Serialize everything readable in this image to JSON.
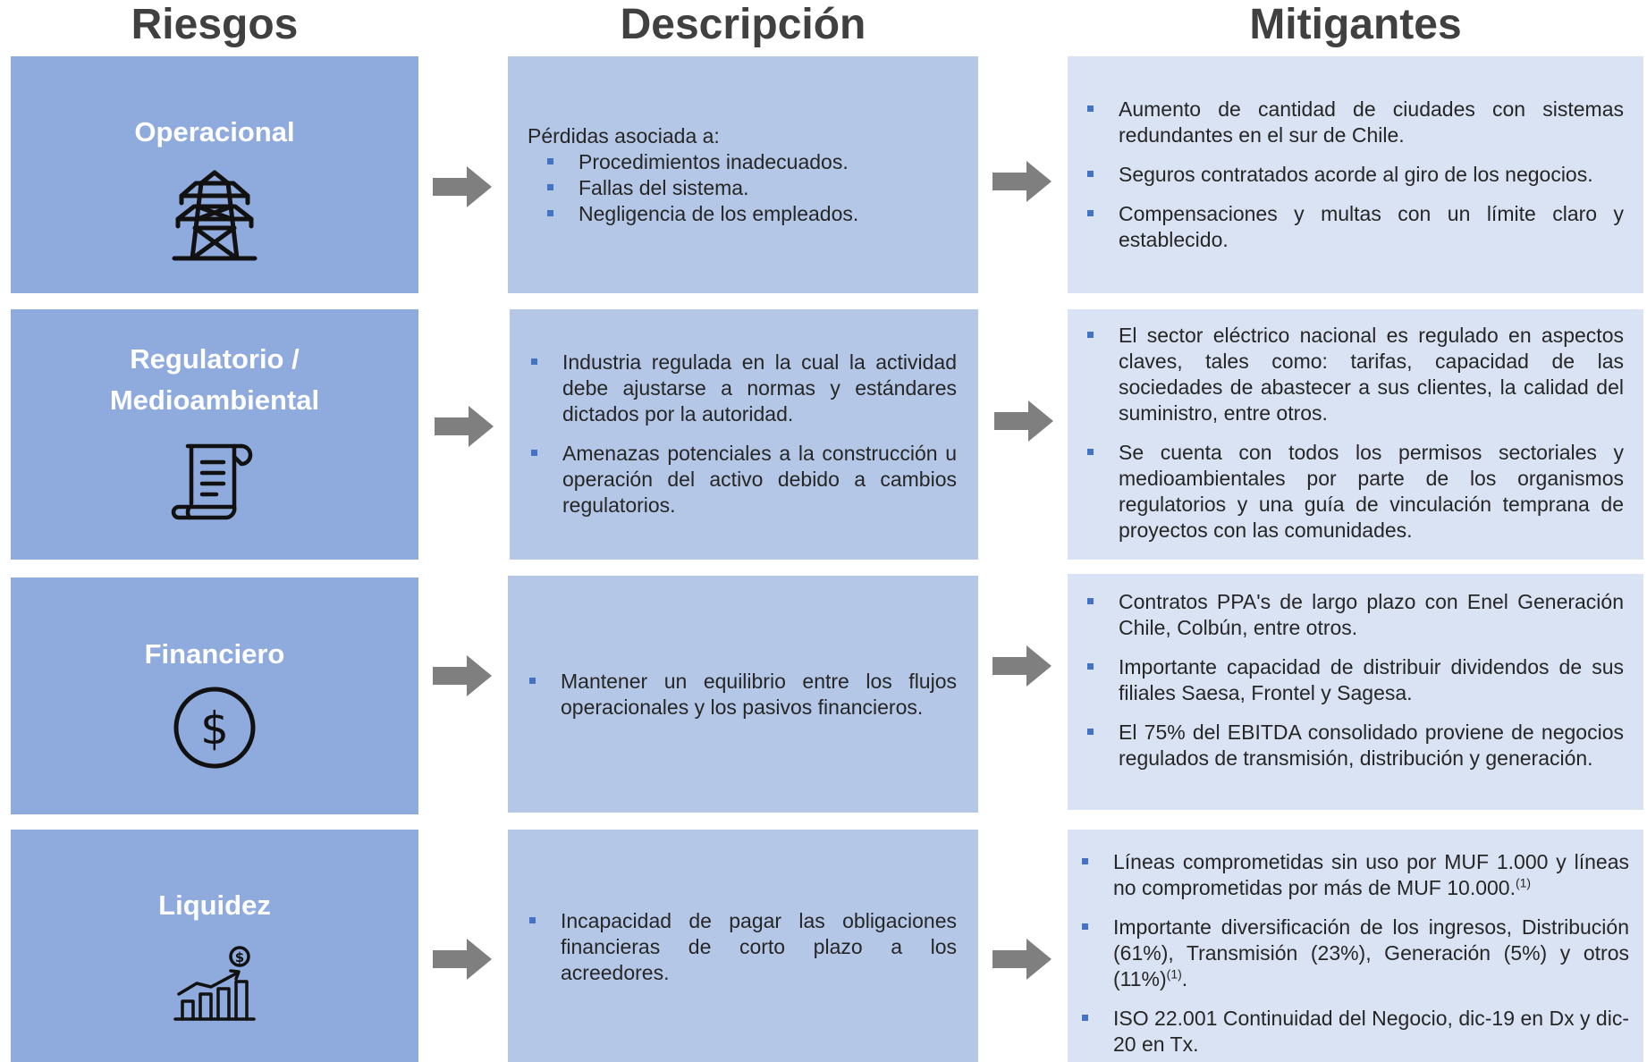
{
  "headers": {
    "risks": "Riesgos",
    "description": "Descripción",
    "mitigants": "Mitigantes"
  },
  "rows": [
    {
      "risk": "Operacional",
      "icon": "transmission-tower-icon",
      "description_intro": "Pérdidas asociada a:",
      "description_items": [
        "Procedimientos inadecuados.",
        "Fallas del sistema.",
        "Negligencia de los empleados."
      ],
      "mitigants": [
        "Aumento de cantidad de ciudades con sistemas redundantes en el sur de Chile.",
        "Seguros contratados acorde al giro de los negocios.",
        "Compensaciones y multas con un límite claro y establecido."
      ]
    },
    {
      "risk_line1": "Regulatorio /",
      "risk_line2": "Medioambiental",
      "icon": "scroll-document-icon",
      "description_items": [
        "Industria regulada en la cual la actividad debe ajustarse a normas y estándares dictados por la autoridad.",
        "Amenazas potenciales a la construcción u operación del activo debido a cambios regulatorios."
      ],
      "mitigants": [
        "El sector eléctrico nacional es regulado en aspectos claves, tales como: tarifas, capacidad de las sociedades de abastecer a sus clientes, la calidad del suministro, entre otros.",
        "Se cuenta con todos los permisos sectoriales y medioambientales por parte de los organismos regulatorios y una guía de vinculación temprana de proyectos con las comunidades."
      ]
    },
    {
      "risk": "Financiero",
      "icon": "dollar-coin-icon",
      "description_items": [
        "Mantener un equilibrio entre los flujos operacionales y los pasivos financieros."
      ],
      "mitigants": [
        "Contratos PPA's de largo plazo con Enel Generación Chile, Colbún, entre otros.",
        "Importante capacidad de distribuir dividendos de sus filiales Saesa, Frontel y Sagesa.",
        "El 75% del EBITDA consolidado proviene de negocios regulados  de transmisión, distribución y generación."
      ]
    },
    {
      "risk": "Liquidez",
      "icon": "growth-chart-icon",
      "description_items": [
        "Incapacidad de pagar las obligaciones financieras de corto plazo a los acreedores."
      ],
      "mitigants": [
        "Líneas comprometidas sin uso por MUF 1.000   y líneas no comprometidas por más de  MUF 10.000.",
        "Importante diversificación de los ingresos, Distribución (61%), Transmisión (23%), Generación (5%) y otros (11%)",
        "ISO 22.001 Continuidad del Negocio, dic-19 en Dx y dic-20 en Tx."
      ],
      "footnote_mark": "(1)",
      "period": "."
    }
  ],
  "colors": {
    "risk_box": "#8faadc",
    "description_box": "#b4c7e7",
    "mitigant_box": "#dae3f3",
    "arrow": "#7f7f7f",
    "bullet": "#4472c4"
  }
}
